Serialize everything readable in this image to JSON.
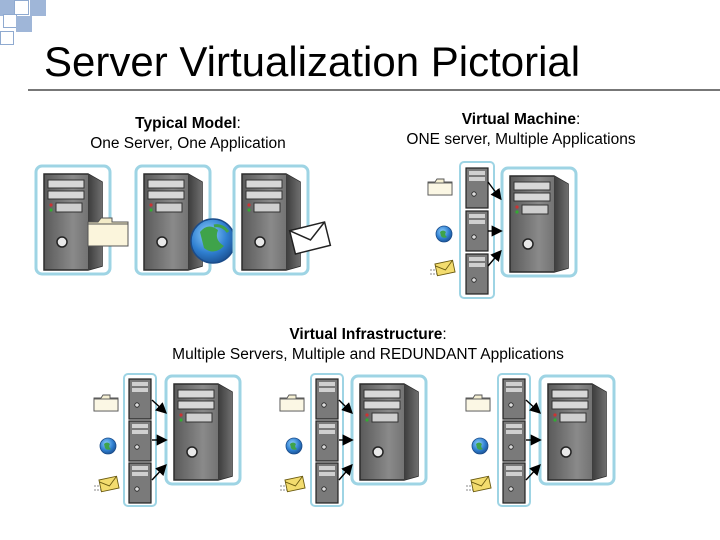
{
  "slide": {
    "title": "Server Virtualization Pictorial",
    "typical": {
      "line1_bold": "Typical Model",
      "line1_rest": ":",
      "line2": "One Server, One Application"
    },
    "virtual_machine": {
      "line1_bold": "Virtual Machine",
      "line1_rest": ":",
      "line2": "ONE server, Multiple Applications"
    },
    "virtual_infrastructure": {
      "line1_bold": "Virtual Infrastructure",
      "line1_rest": ":",
      "line2": "Multiple Servers, Multiple and REDUNDANT Applications"
    }
  },
  "colors": {
    "accent": "#9fb6d8",
    "server_glow": "#9ed4e4",
    "server_body": "#6f6f6f",
    "folder": "#f3ebc8"
  },
  "icons": [
    "folder-icon",
    "globe-icon",
    "mail-icon",
    "server-icon"
  ]
}
